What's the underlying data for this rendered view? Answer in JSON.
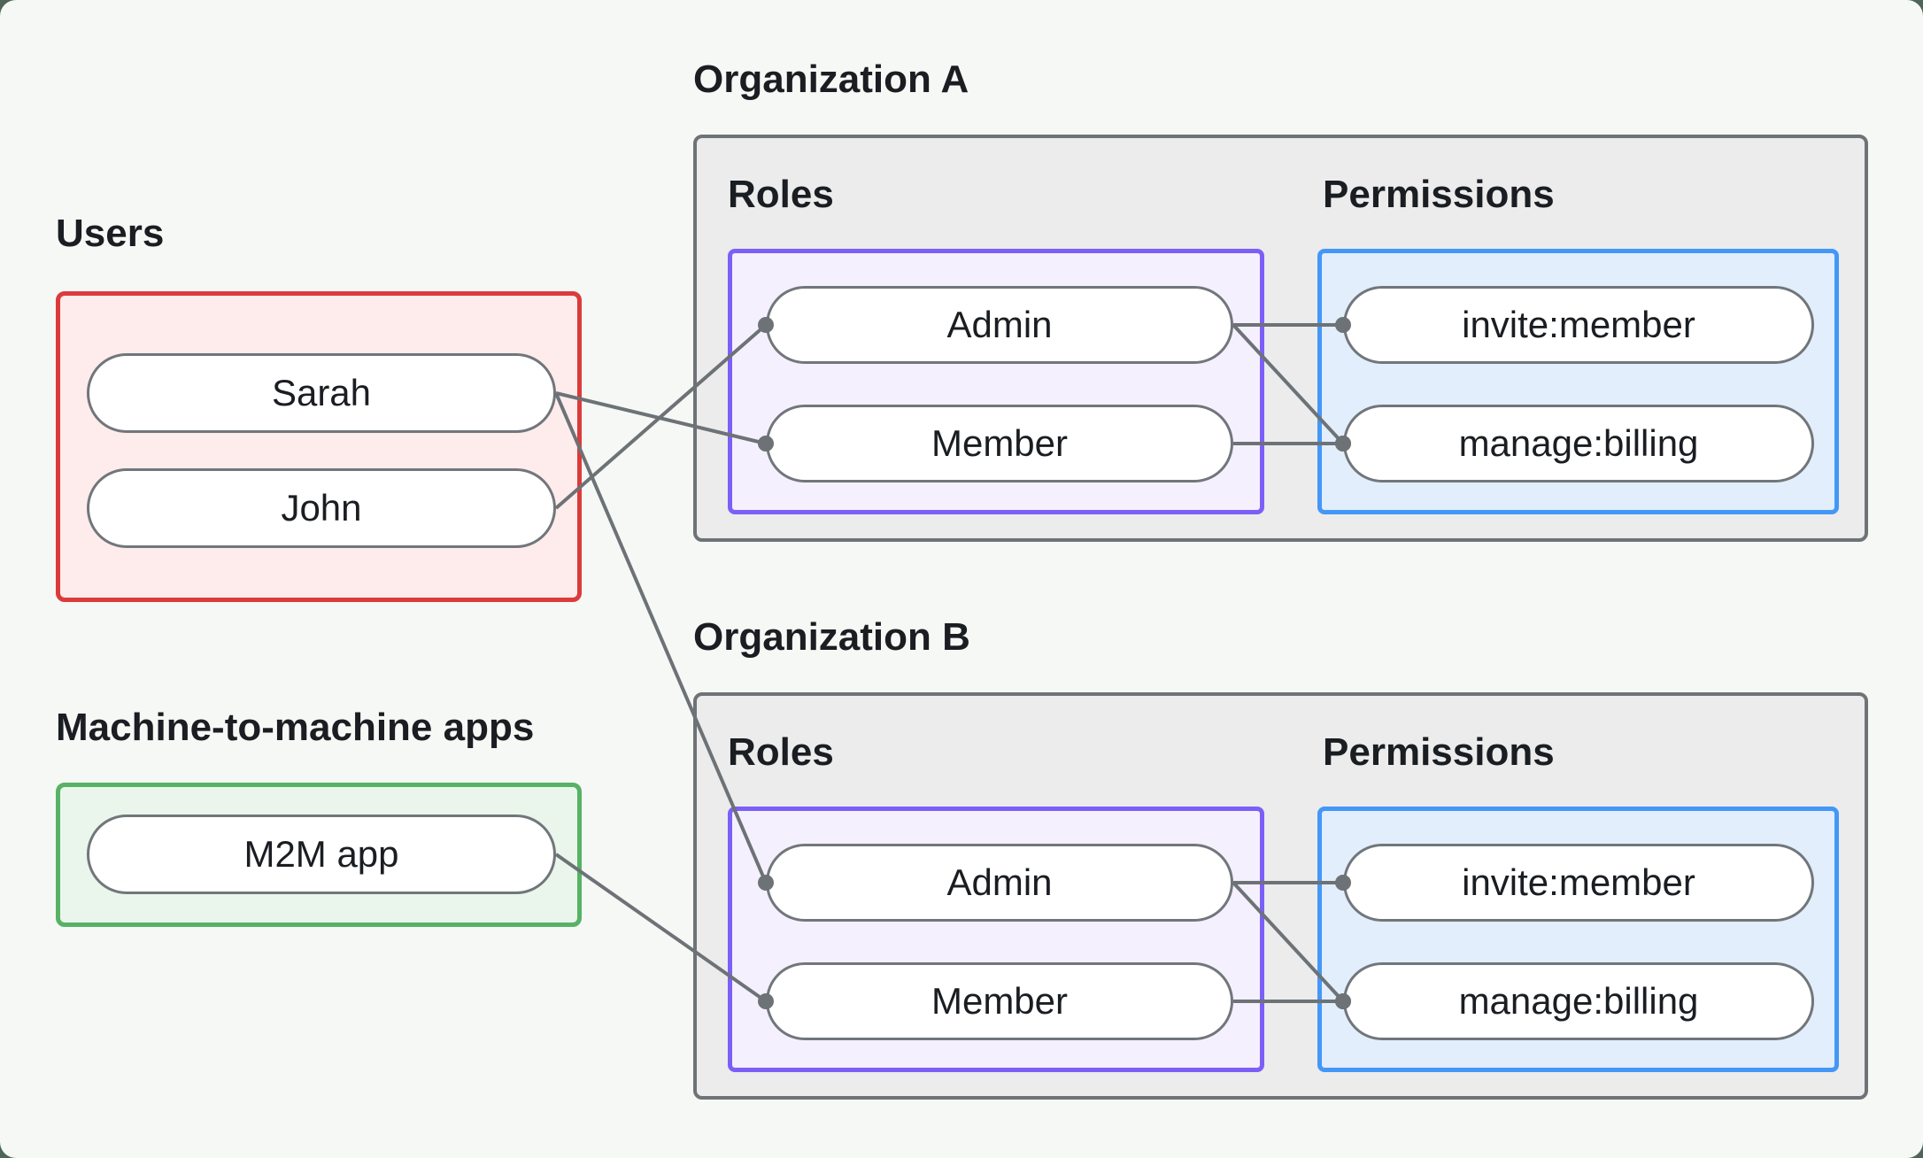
{
  "colors": {
    "page_bg": "#4e6557",
    "canvas_bg": "#f5f8f5",
    "org_fill": "#ececec",
    "org_border": "#6e7377",
    "roles_fill": "#f5f0fd",
    "roles_border": "#7c5ff7",
    "permissions_fill": "#e2eefb",
    "permissions_border": "#4497f7",
    "users_fill": "#fdeceb",
    "users_border": "#dc3b3b",
    "m2m_fill": "#eaf6eb",
    "m2m_border": "#57b266",
    "node_fill": "#ffffff",
    "node_border": "#71767b",
    "edge": "#6d7276",
    "text": "#1a1d21"
  },
  "groups": {
    "users": {
      "label": "Users",
      "nodes": [
        {
          "id": "user-sarah",
          "label": "Sarah"
        },
        {
          "id": "user-john",
          "label": "John"
        }
      ]
    },
    "m2m": {
      "label": "Machine-to-machine apps",
      "nodes": [
        {
          "id": "m2m-app",
          "label": "M2M app"
        }
      ]
    }
  },
  "organizations": [
    {
      "id": "org-a",
      "label": "Organization A",
      "roles_label": "Roles",
      "permissions_label": "Permissions",
      "roles": [
        {
          "id": "org-a-role-admin",
          "label": "Admin"
        },
        {
          "id": "org-a-role-member",
          "label": "Member"
        }
      ],
      "permissions": [
        {
          "id": "org-a-perm-invite",
          "label": "invite:member"
        },
        {
          "id": "org-a-perm-billing",
          "label": "manage:billing"
        }
      ]
    },
    {
      "id": "org-b",
      "label": "Organization B",
      "roles_label": "Roles",
      "permissions_label": "Permissions",
      "roles": [
        {
          "id": "org-b-role-admin",
          "label": "Admin"
        },
        {
          "id": "org-b-role-member",
          "label": "Member"
        }
      ],
      "permissions": [
        {
          "id": "org-b-perm-invite",
          "label": "invite:member"
        },
        {
          "id": "org-b-perm-billing",
          "label": "manage:billing"
        }
      ]
    }
  ],
  "edges": [
    {
      "from": "user-sarah",
      "to": "org-a-role-member"
    },
    {
      "from": "user-john",
      "to": "org-a-role-admin"
    },
    {
      "from": "user-sarah",
      "to": "org-b-role-admin"
    },
    {
      "from": "m2m-app",
      "to": "org-b-role-member"
    },
    {
      "from": "org-a-role-admin",
      "to": "org-a-perm-invite"
    },
    {
      "from": "org-a-role-admin",
      "to": "org-a-perm-billing"
    },
    {
      "from": "org-a-role-member",
      "to": "org-a-perm-billing"
    },
    {
      "from": "org-b-role-admin",
      "to": "org-b-perm-invite"
    },
    {
      "from": "org-b-role-admin",
      "to": "org-b-perm-billing"
    },
    {
      "from": "org-b-role-member",
      "to": "org-b-perm-billing"
    }
  ]
}
